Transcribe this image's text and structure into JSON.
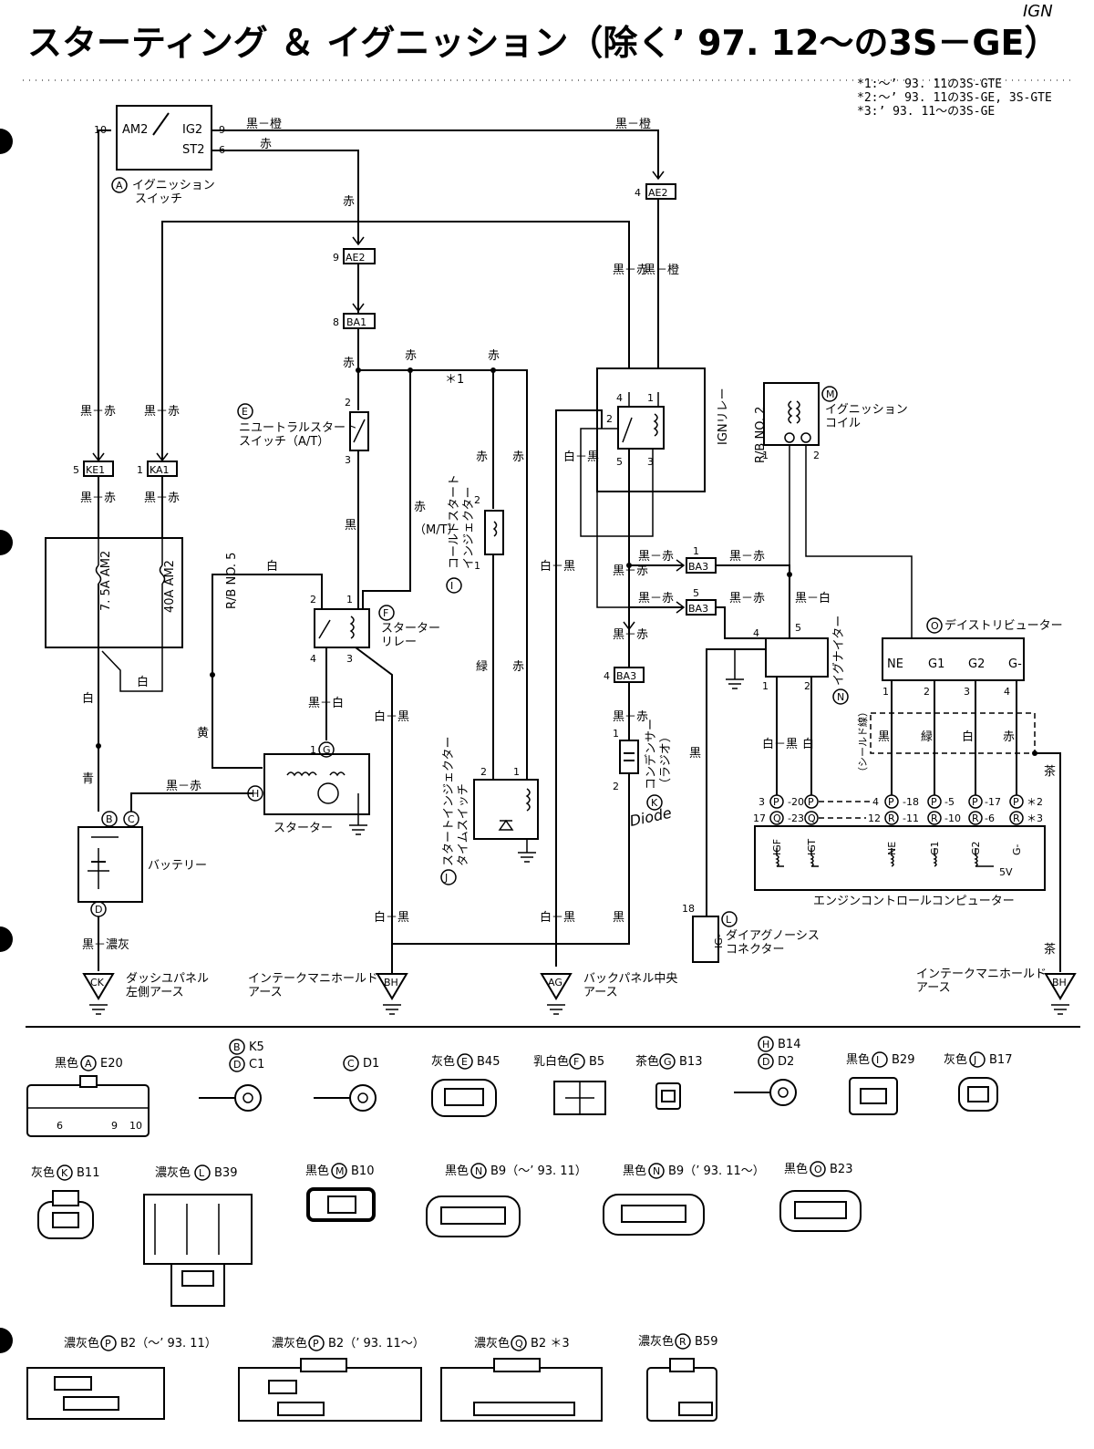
{
  "title": "スターティング ＆ イグニッション（除く’ 97. 12～の3S－GE）",
  "handwritten_ign": "IGN",
  "handwritten_diode": "Diode",
  "notes": [
    "*1:～’ 93. 11の3S-GTE",
    "*2:～’ 93. 11の3S-GE, 3S-GTE",
    "*3:’ 93. 11～の3S-GE"
  ],
  "components": {
    "A": {
      "letter": "A",
      "name1": "イグニッション",
      "name2": "スイッチ",
      "am2": "AM2",
      "ig2": "IG2",
      "st2": "ST2",
      "p10": "10",
      "p9": "9",
      "p6": "6"
    },
    "E": {
      "letter": "E",
      "name1": "ニユートラルスタート",
      "name2": "スイッチ（A/T）"
    },
    "F": {
      "letter": "F",
      "name1": "スターター",
      "name2": "リレー"
    },
    "G": {
      "letter": "G"
    },
    "H": {
      "letter": "H",
      "name": "スターター"
    },
    "B": {
      "letter": "B"
    },
    "C": {
      "letter": "C"
    },
    "D": {
      "letter": "D"
    },
    "battery": "バッテリー",
    "I": {
      "letter": "I",
      "name1": "コールドスタート",
      "name2": "インジェクター"
    },
    "J": {
      "letter": "J",
      "name1": "スタートインジェクター",
      "name2": "タイムスイッチ"
    },
    "K": {
      "letter": "K",
      "name1": "コンデンサー",
      "name2": "（ラジオ）"
    },
    "L": {
      "letter": "L",
      "name1": "ダイアグノーシス",
      "name2": "コネクター",
      "pin": "IG-"
    },
    "M": {
      "letter": "M",
      "name1": "イグニッション",
      "name2": "コイル"
    },
    "N": {
      "letter": "N",
      "name": "イグナイター"
    },
    "O": {
      "letter": "O",
      "name": "デイストリビューター",
      "pins": [
        "NE",
        "G1",
        "G2",
        "G-"
      ]
    },
    "ecu": {
      "name": "エンジンコントロールコンピューター",
      "pins": [
        "IGF",
        "IGT",
        "NE",
        "G1",
        "G2",
        "G-"
      ],
      "v5": "5V"
    },
    "relay_ign": "IGNリレー",
    "rb2": "R/B NO. 2",
    "rb5": "R/B NO. 5",
    "fuse1": "7. 5A AM2",
    "fuse2": "40A AM2",
    "mt": "（M/T）",
    "shield": "（シールド線）"
  },
  "connectors": [
    "KE1",
    "KA1",
    "AE2",
    "AE2",
    "BA1",
    "BA3",
    "BA3",
    "BA3"
  ],
  "grounds": [
    {
      "code": "CK",
      "name1": "ダッシユパネル",
      "name2": "左側アース"
    },
    {
      "code": "BH",
      "name1": "インテークマニホールド",
      "name2": "アース"
    },
    {
      "code": "AG",
      "name1": "バックパネル中央",
      "name2": "アース"
    },
    {
      "code": "BH",
      "name1": "インテークマニホールド",
      "name2": "アース"
    }
  ],
  "wires": {
    "bk_o": "黒－橙",
    "red": "赤",
    "bk_r": "黒－赤",
    "wh": "白",
    "wh_bk": "白－黒",
    "bk": "黒",
    "yel": "黄",
    "bl": "青",
    "bk_wh": "黒－白",
    "grn": "緑",
    "br": "茶",
    "bk_gy": "黒－濃灰",
    "star1": "＊1"
  },
  "legend": [
    {
      "color": "黒色",
      "letter": "A",
      "code": "E20"
    },
    {
      "color": "",
      "letter": "B",
      "code": "K5",
      "letter2": "D",
      "code2": "C1"
    },
    {
      "color": "",
      "letter": "C",
      "code": "D1"
    },
    {
      "color": "灰色",
      "letter": "E",
      "code": "B45"
    },
    {
      "color": "乳白色",
      "letter": "F",
      "code": "B5"
    },
    {
      "color": "茶色",
      "letter": "G",
      "code": "B13"
    },
    {
      "color": "",
      "letter": "H",
      "code": "B14",
      "letter2": "D",
      "code2": "D2"
    },
    {
      "color": "黒色",
      "letter": "I",
      "code": "B29"
    },
    {
      "color": "灰色",
      "letter": "J",
      "code": "B17"
    },
    {
      "color": "灰色",
      "letter": "K",
      "code": "B11"
    },
    {
      "color": "濃灰色",
      "letter": "L",
      "code": "B39"
    },
    {
      "color": "黒色",
      "letter": "M",
      "code": "B10"
    },
    {
      "color": "黒色",
      "letter": "N",
      "code": "B9（～’ 93. 11）"
    },
    {
      "color": "黒色",
      "letter": "N",
      "code": "B9（’ 93. 11～）"
    },
    {
      "color": "黒色",
      "letter": "O",
      "code": "B23"
    },
    {
      "color": "濃灰色",
      "letter": "P",
      "code": "B2（～’ 93. 11）"
    },
    {
      "color": "濃灰色",
      "letter": "P",
      "code": "B2（’ 93. 11～）"
    },
    {
      "color": "濃灰色",
      "letter": "Q",
      "code": "B2 ＊3"
    },
    {
      "color": "濃灰色",
      "letter": "R",
      "code": "B59"
    }
  ]
}
